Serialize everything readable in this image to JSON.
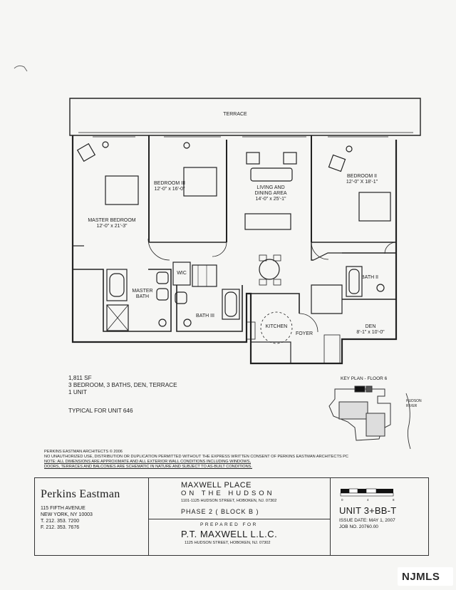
{
  "plan": {
    "terrace": "TERRACE",
    "master_bedroom": {
      "name": "MASTER BEDROOM",
      "dims": "12'-0\" x 21'-3\""
    },
    "bedroom3": {
      "name": "BEDROOM III",
      "dims": "12'-0\" x 16'-0\""
    },
    "living": {
      "name1": "LIVING AND",
      "name2": "DINING AREA",
      "dims": "14'-0\" x 25'-1\""
    },
    "bedroom2": {
      "name": "BEDROOM II",
      "dims": "12'-0\" X 18'-1\""
    },
    "master_bath": {
      "name1": "MASTER",
      "name2": "BATH"
    },
    "wic": "WIC",
    "bath3": "BATH III",
    "bath2": "BATH II",
    "kitchen": "KITCHEN",
    "foyer": "FOYER",
    "den": {
      "name": "DEN",
      "dims": "8'-1\" x 10'-0\""
    }
  },
  "summary": {
    "area": "1,811 SF",
    "rooms": "3 BEDROOM, 3 BATHS, DEN, TERRACE",
    "units": "1 UNIT",
    "typical": "TYPICAL FOR UNIT 646"
  },
  "key_plan": {
    "title": "KEY PLAN - FLOOR 6",
    "river": "HUDSON RIVER"
  },
  "notes": {
    "copyright": "PERKINS EASTMAN ARCHITECTS © 2006",
    "line1": "NO UNAUTHORIZED USE, DISTRIBUTION OR DUPLICATION PERMITTED WITHOUT THE EXPRESS WRITTEN CONSENT OF PERKINS EASTMAN ARCHITECTS PC",
    "line2": "NOTE: ALL DIMENSIONS ARE APPROXIMATE AND ALL EXTERIOR WALL CONDITIONS INCLUDING WINDOWS,",
    "line3": "DOORS, TERRACES AND BALCONIES ARE SCHEMATIC IN NATURE AND SUBJECT TO AS-BUILT CONDITIONS."
  },
  "title_block": {
    "firm": "Perkins Eastman",
    "firm_address1": "115 FIFTH AVENUE",
    "firm_address2": "NEW YORK, NY 10003",
    "firm_tel": "T. 212. 353. 7200",
    "firm_fax": "F. 212. 353. 7676",
    "project_name": "MAXWELL PLACE",
    "project_sub": "ON THE HUDSON",
    "project_address": "1101-1125 HUDSON STREET, HOBOKEN, NJ. 07302",
    "phase": "PHASE 2 ( BLOCK B )",
    "prepared_for": "PREPARED FOR",
    "owner": "P.T. MAXWELL L.L.C.",
    "owner_address": "1125 HUDSON STREET, HOBOKEN, NJ. 07302",
    "scale": [
      "0",
      "4",
      "8"
    ],
    "unit": "UNIT 3+BB-T",
    "issue_date": "ISSUE DATE: MAY 1, 2007",
    "job_no": "JOB NO. 20760.00"
  },
  "watermark": "NJMLS"
}
